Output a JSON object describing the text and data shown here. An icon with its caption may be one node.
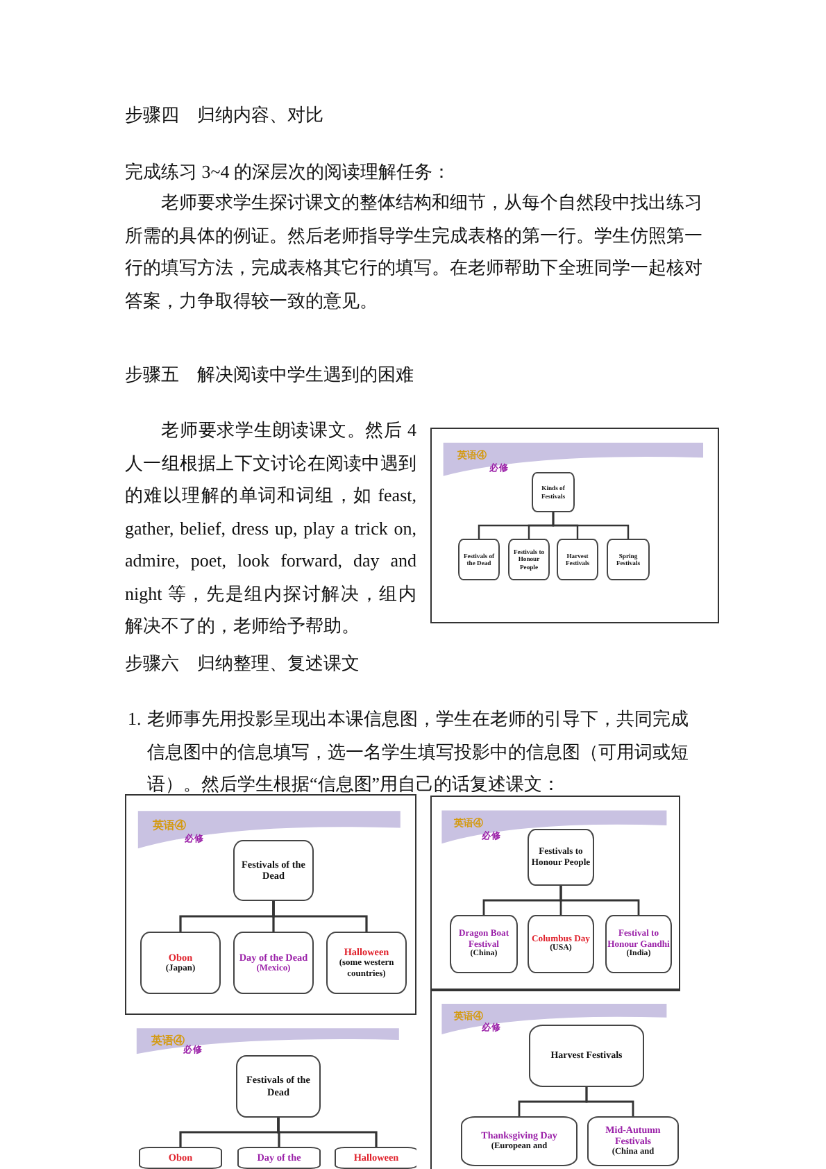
{
  "diagram": {
    "nodes": [
      {
        "text": [
          "英语④",
          "必修"
        ]
      },
      {
        "text": [
          "Kinds of Festivals"
        ],
        "in": 0
      },
      {
        "text": [
          "Festivals of the Dead"
        ],
        "in": 0
      },
      {
        "text": [
          "Festivals to Honour People"
        ],
        "in": 0
      },
      {
        "text": [
          "Harvest Festivals"
        ],
        "in": 0
      },
      {
        "text": [
          "Spring Festivals"
        ],
        "in": 0
      },
      {
        "text": [
          "英语④",
          "必修"
        ]
      },
      {
        "text": [
          "Festivals of the Dead"
        ],
        "in": 6
      },
      {
        "text": [
          "Obon",
          "(Japan)"
        ],
        "in": 6
      },
      {
        "text": [
          "Day of the Dead",
          "(Mexico)"
        ],
        "in": 6
      },
      {
        "text": [
          "Halloween",
          "(some western countries)"
        ],
        "in": 6
      },
      {
        "text": [
          "英语④",
          "必修"
        ]
      },
      {
        "text": [
          "Festivals to Honour People"
        ],
        "in": 11
      },
      {
        "text": [
          "Dragon Boat Festival",
          "(China)"
        ],
        "in": 11
      },
      {
        "text": [
          "Columbus Day",
          "(USA)"
        ],
        "in": 11
      },
      {
        "text": [
          "Festival to Honour Gandhi",
          "(India)"
        ],
        "in": 11
      },
      {
        "text": [
          "英语④",
          "必修"
        ]
      },
      {
        "text": [
          "Festivals of the Dead"
        ],
        "in": 16
      },
      {
        "text": [
          "Obon"
        ],
        "in": 16
      },
      {
        "text": [
          "Day of the"
        ],
        "in": 16
      },
      {
        "text": [
          "Halloween"
        ],
        "in": 16
      },
      {
        "text": [
          "英语④",
          "必修"
        ]
      },
      {
        "text": [
          "Harvest Festivals"
        ],
        "in": 21
      },
      {
        "text": [
          "Thanksgiving Day",
          "(European and"
        ],
        "in": 21
      },
      {
        "text": [
          "Mid-Autumn Festivals",
          "(China and"
        ],
        "in": 21
      }
    ],
    "edges": [
      {
        "from": 1,
        "to": 2,
        "arrow": "none"
      },
      {
        "from": 1,
        "to": 3,
        "arrow": "none"
      },
      {
        "from": 1,
        "to": 4,
        "arrow": "none"
      },
      {
        "from": 1,
        "to": 5,
        "arrow": "none"
      },
      {
        "from": 7,
        "to": 8,
        "arrow": "none"
      },
      {
        "from": 7,
        "to": 9,
        "arrow": "none"
      },
      {
        "from": 7,
        "to": 10,
        "arrow": "none"
      },
      {
        "from": 12,
        "to": 13,
        "arrow": "none"
      },
      {
        "from": 12,
        "to": 14,
        "arrow": "none"
      },
      {
        "from": 12,
        "to": 15,
        "arrow": "none"
      },
      {
        "from": 17,
        "to": 18,
        "arrow": "none"
      },
      {
        "from": 17,
        "to": 19,
        "arrow": "none"
      },
      {
        "from": 17,
        "to": 20,
        "arrow": "none"
      },
      {
        "from": 22,
        "to": 23,
        "arrow": "none"
      },
      {
        "from": 22,
        "to": 24,
        "arrow": "none"
      }
    ],
    "labels": [
      "步骤四　归纳内容、对比",
      "完成练习 3~4 的深层次的阅读理解任务：",
      "老师要求学生探讨课文的整体结构和细节，从每个自然段中找出练习所需的具体的例证。然后老师指导学生完成表格的第一行。学生仿照第一行的填写方法，完成表格其它行的填写。在老师帮助下全班同学一起核对答案，力争取得较一致的意见。",
      "步骤五　解决阅读中学生遇到的困难",
      "老师要求学生朗读课文。然后 4 人一组根据上下文讨论在阅读中遇到的难以理解的单词和词组，如 feast, gather, belief, dress up, play a trick on, admire, poet, look forward, day and night 等，先是组内探讨解决，组内解决不了的，老师给予帮助。",
      "步骤六　归纳整理、复述课文",
      "1.",
      "老师事先用投影呈现出本课信息图，学生在老师的引导下，共同完成信息图中的信息填写，选一名学生填写投影中的信息图（可用词或短语）。然后学生根据“信息图”用自己的话复述课文："
    ]
  }
}
